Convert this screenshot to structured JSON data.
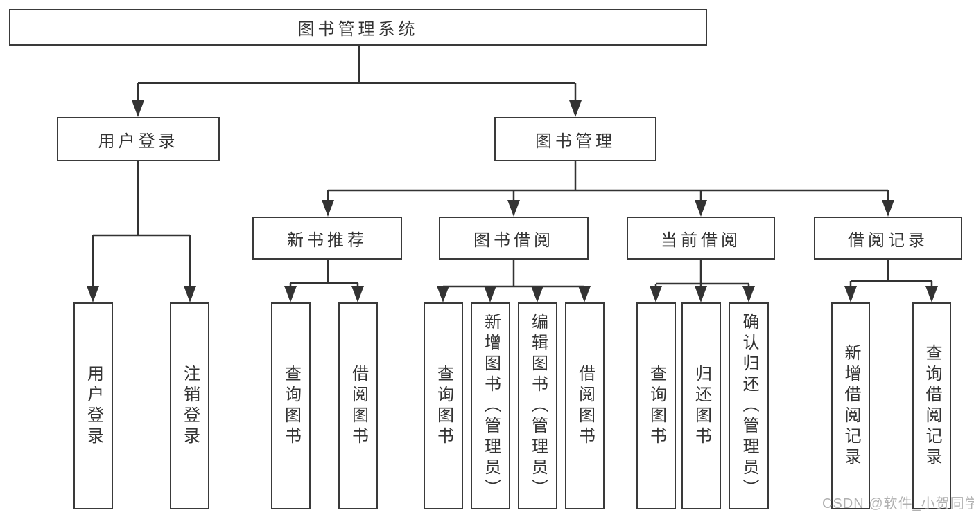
{
  "diagram": {
    "root": {
      "label": "图书管理系统"
    },
    "branches": [
      {
        "label": "用户登录",
        "children": [
          {
            "label": "用户登录"
          },
          {
            "label": "注销登录"
          }
        ]
      },
      {
        "label": "图书管理",
        "children": [
          {
            "label": "新书推荐",
            "children": [
              {
                "label": "查询图书"
              },
              {
                "label": "借阅图书"
              }
            ]
          },
          {
            "label": "图书借阅",
            "children": [
              {
                "label": "查询图书"
              },
              {
                "label": "新增图书（管理员）"
              },
              {
                "label": "编辑图书（管理员）"
              },
              {
                "label": "借阅图书"
              }
            ]
          },
          {
            "label": "当前借阅",
            "children": [
              {
                "label": "查询图书"
              },
              {
                "label": "归还图书"
              },
              {
                "label": "确认归还（管理员）"
              }
            ]
          },
          {
            "label": "借阅记录",
            "children": [
              {
                "label": "新增借阅记录"
              },
              {
                "label": "查询借阅记录"
              }
            ]
          }
        ]
      }
    ]
  },
  "watermark": {
    "text": "CSDN @软件_小贺同学"
  },
  "colors": {
    "line": "#333333",
    "border": "#3a3a3a",
    "text": "#333333",
    "background": "#ffffff",
    "watermark": "#b0b0b0"
  }
}
